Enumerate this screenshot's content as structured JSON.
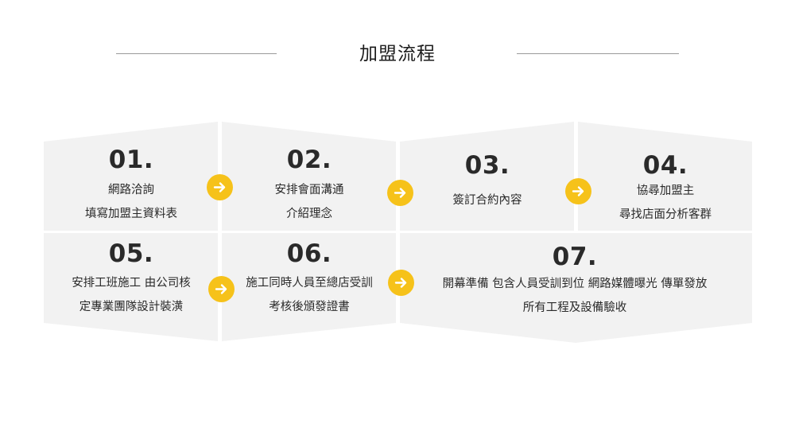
{
  "page_title": "加盟流程",
  "colors": {
    "panel": "#f2f2f2",
    "arrow": "#f6c21a",
    "line": "#9a9a9a"
  },
  "steps": [
    {
      "number": "01.",
      "lines": [
        "網路洽詢",
        "填寫加盟主資料表"
      ]
    },
    {
      "number": "02.",
      "lines": [
        "安排會面溝通",
        "介紹理念"
      ]
    },
    {
      "number": "03.",
      "lines": [
        "簽訂合約內容"
      ]
    },
    {
      "number": "04.",
      "lines": [
        "協尋加盟主",
        "尋找店面分析客群"
      ]
    },
    {
      "number": "05.",
      "lines": [
        "安排工班施工 由公司核",
        "定專業團隊設計裝潢"
      ]
    },
    {
      "number": "06.",
      "lines": [
        "施工同時人員至總店受訓",
        "考核後頒發證書"
      ]
    },
    {
      "number": "07.",
      "lines": [
        "開幕準備 包含人員受訓到位 網路媒體曝光 傳單發放",
        "所有工程及設備驗收"
      ]
    }
  ],
  "arrow_icon": "arrow-right-icon"
}
